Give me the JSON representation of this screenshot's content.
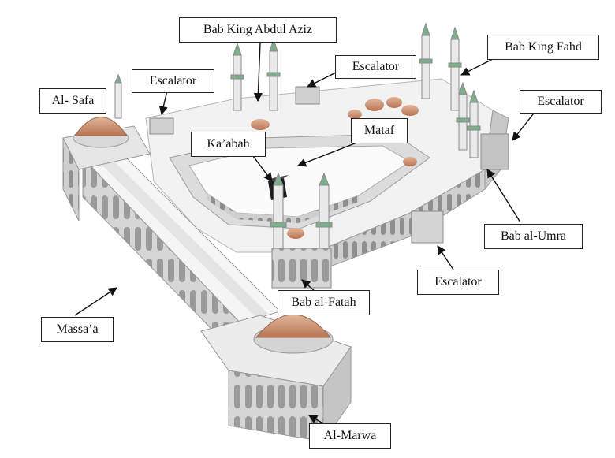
{
  "labels": {
    "bab_king_abdul_aziz": "Bab King Abdul Aziz",
    "escalator_top": "Escalator",
    "bab_king_fahd": "Bab King Fahd",
    "escalator_left": "Escalator",
    "al_safa": "Al- Safa",
    "escalator_right": "Escalator",
    "mataf": "Mataf",
    "kaabah": "Ka’abah",
    "bab_al_umra": "Bab al-Umra",
    "escalator_bottom": "Escalator",
    "bab_al_fatah": "Bab al-Fatah",
    "massaa": "Massa’a",
    "al_marwa": "Al-Marwa"
  },
  "colors": {
    "wall": "#d9d9d9",
    "wall_shadow": "#a9a9a9",
    "roof": "#f4f4f4",
    "courtyard": "#fafafa",
    "dome": "#c98a6a",
    "minaret_cap": "#7fae8c",
    "kaabah": "#222222",
    "arrow": "#111111"
  }
}
